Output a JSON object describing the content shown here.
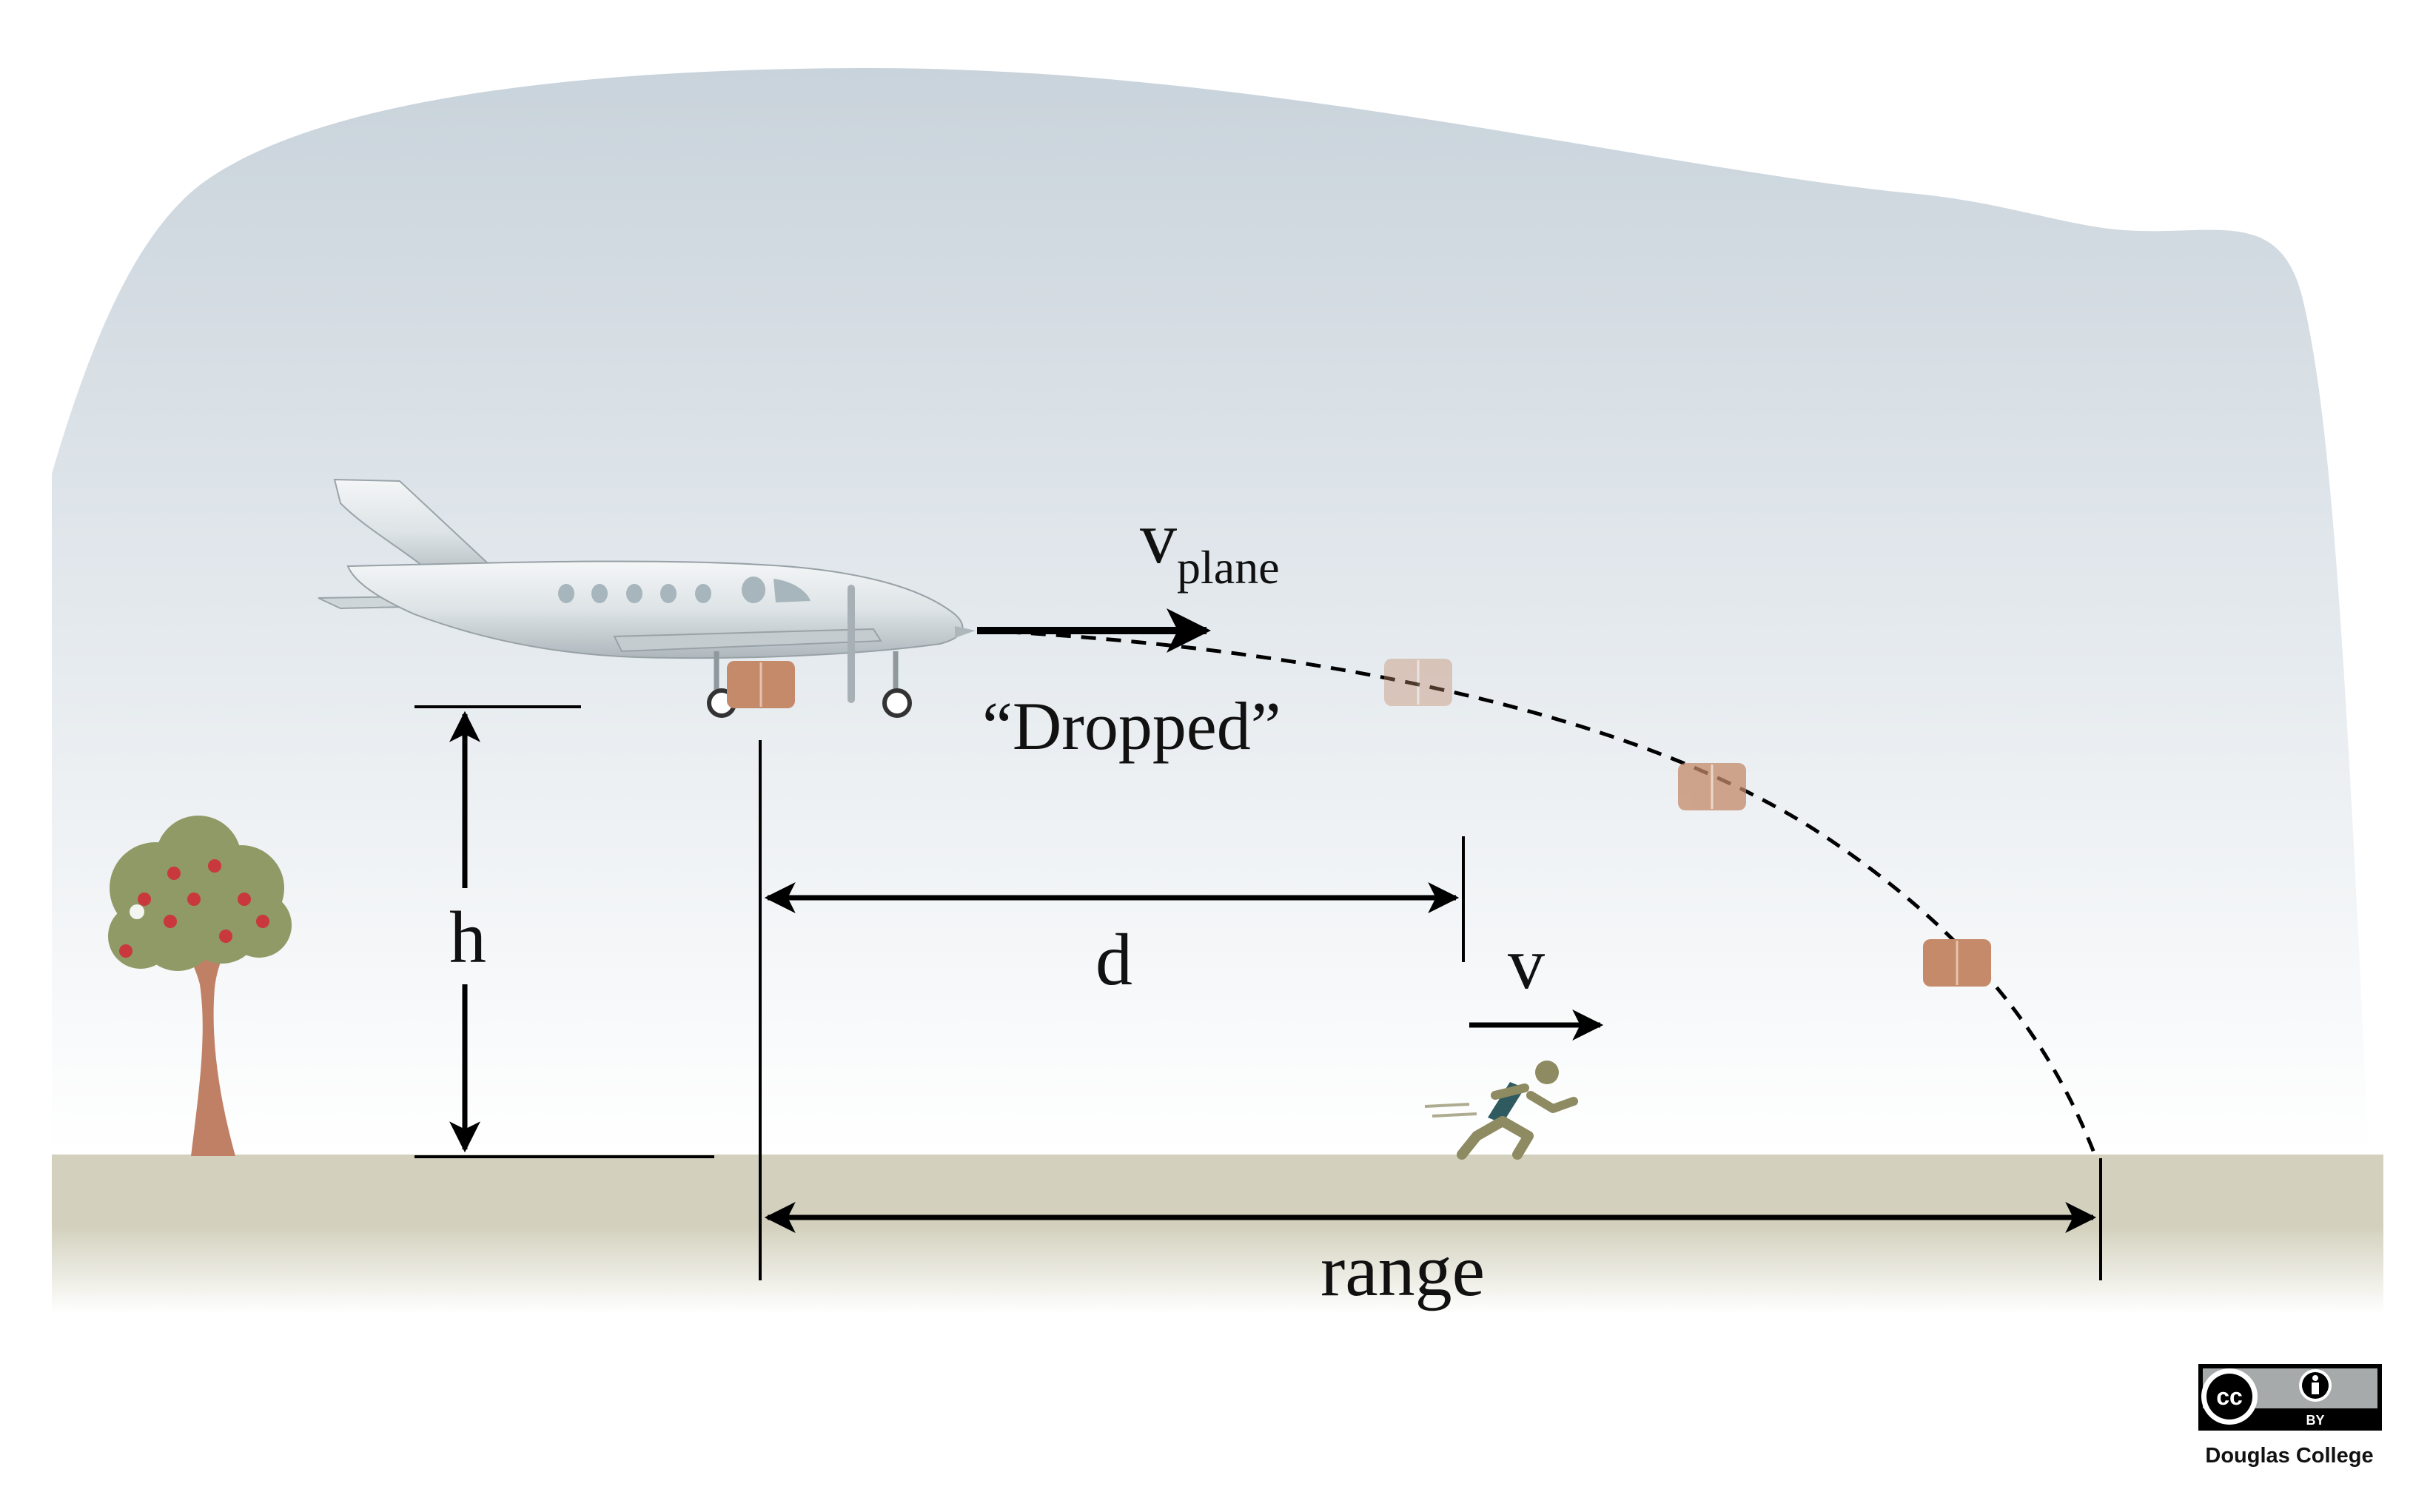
{
  "labels": {
    "v_plane_main": "v",
    "v_plane_sub": "plane",
    "dropped": "“Dropped”",
    "h": "h",
    "d": "d",
    "v": "v",
    "range": "range"
  },
  "license": {
    "cc_symbol": "cc",
    "by_text": "BY",
    "attribution": "Douglas College"
  },
  "icons": {
    "plane": "airplane-icon",
    "package": "package-icon",
    "runner": "running-person-icon",
    "tree": "tree-icon",
    "license": "cc-by-badge-icon"
  },
  "colors": {
    "sky_top": "#c9d3db",
    "sky_bottom": "#ffffff",
    "ground": "#d3d1bd",
    "package": "#c48a6a",
    "runner": "#8e8a62",
    "tree_foliage": "#8f9a66",
    "tree_trunk": "#c08066",
    "arrow": "#000000"
  }
}
